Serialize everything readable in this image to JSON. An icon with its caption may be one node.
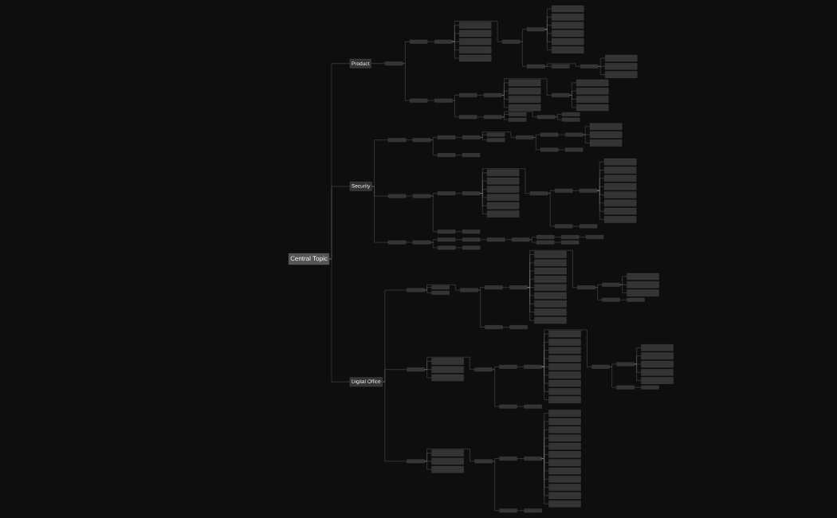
{
  "diagram": {
    "nodes": [
      {
        "text": [
          "Central Topic"
        ]
      },
      {
        "text": [
          "Product"
        ]
      },
      {
        "text": [],
        "shape": "box"
      },
      {
        "text": [],
        "shape": "box"
      },
      {
        "text": [],
        "shape": "box"
      },
      {
        "text": [],
        "shape": "box"
      },
      {
        "text": [],
        "shape": "box"
      },
      {
        "text": [],
        "shape": "box"
      },
      {
        "text": [],
        "shape": "box"
      },
      {
        "text": [],
        "shape": "box"
      },
      {
        "text": [],
        "shape": "box"
      },
      {
        "text": [],
        "shape": "box"
      },
      {
        "text": [],
        "shape": "box"
      },
      {
        "text": [],
        "shape": "box"
      },
      {
        "text": [],
        "shape": "box"
      },
      {
        "text": [],
        "shape": "box"
      },
      {
        "text": [],
        "shape": "box"
      },
      {
        "text": [],
        "shape": "box"
      },
      {
        "text": [],
        "shape": "box"
      },
      {
        "text": [],
        "shape": "box"
      },
      {
        "text": [],
        "shape": "box"
      },
      {
        "text": [],
        "shape": "box"
      },
      {
        "text": [],
        "shape": "box"
      },
      {
        "text": [],
        "shape": "box"
      },
      {
        "text": [],
        "shape": "box"
      },
      {
        "text": [],
        "shape": "box"
      },
      {
        "text": [],
        "shape": "box"
      },
      {
        "text": [],
        "shape": "box"
      },
      {
        "text": [],
        "shape": "box"
      },
      {
        "text": [],
        "shape": "box"
      },
      {
        "text": [],
        "shape": "box"
      },
      {
        "text": [],
        "shape": "box"
      },
      {
        "text": [],
        "shape": "box"
      },
      {
        "text": [],
        "shape": "box"
      },
      {
        "text": [],
        "shape": "box"
      },
      {
        "text": [],
        "shape": "box"
      },
      {
        "text": [],
        "shape": "box"
      },
      {
        "text": [],
        "shape": "box"
      },
      {
        "text": [],
        "shape": "box"
      },
      {
        "text": [],
        "shape": "box"
      },
      {
        "text": [],
        "shape": "box"
      },
      {
        "text": [],
        "shape": "box"
      },
      {
        "text": [],
        "shape": "box"
      },
      {
        "text": [],
        "shape": "box"
      },
      {
        "text": [
          "Security"
        ]
      },
      {
        "text": [],
        "shape": "box"
      },
      {
        "text": [],
        "shape": "box"
      },
      {
        "text": [],
        "shape": "box"
      },
      {
        "text": [],
        "shape": "box"
      },
      {
        "text": [],
        "shape": "box"
      },
      {
        "text": [],
        "shape": "box"
      },
      {
        "text": [],
        "shape": "box"
      },
      {
        "text": [],
        "shape": "box"
      },
      {
        "text": [],
        "shape": "box"
      },
      {
        "text": [],
        "shape": "box"
      },
      {
        "text": [],
        "shape": "box"
      },
      {
        "text": [],
        "shape": "box"
      },
      {
        "text": [],
        "shape": "box"
      },
      {
        "text": [],
        "shape": "box"
      },
      {
        "text": [],
        "shape": "box"
      },
      {
        "text": [],
        "shape": "box"
      },
      {
        "text": [],
        "shape": "box"
      },
      {
        "text": [],
        "shape": "box"
      },
      {
        "text": [],
        "shape": "box"
      },
      {
        "text": [],
        "shape": "box"
      },
      {
        "text": [],
        "shape": "box"
      },
      {
        "text": [],
        "shape": "box"
      },
      {
        "text": [],
        "shape": "box"
      },
      {
        "text": [],
        "shape": "box"
      },
      {
        "text": [],
        "shape": "box"
      },
      {
        "text": [],
        "shape": "box"
      },
      {
        "text": [],
        "shape": "box"
      },
      {
        "text": [],
        "shape": "box"
      },
      {
        "text": [],
        "shape": "box"
      },
      {
        "text": [],
        "shape": "box"
      },
      {
        "text": [],
        "shape": "box"
      },
      {
        "text": [],
        "shape": "box"
      },
      {
        "text": [],
        "shape": "box"
      },
      {
        "text": [],
        "shape": "box"
      },
      {
        "text": [],
        "shape": "box"
      },
      {
        "text": [],
        "shape": "box"
      },
      {
        "text": [],
        "shape": "box"
      },
      {
        "text": [],
        "shape": "box"
      },
      {
        "text": [],
        "shape": "box"
      },
      {
        "text": [],
        "shape": "box"
      },
      {
        "text": [],
        "shape": "box"
      },
      {
        "text": [],
        "shape": "box"
      },
      {
        "text": [],
        "shape": "box"
      },
      {
        "text": [],
        "shape": "box"
      },
      {
        "text": [],
        "shape": "box"
      },
      {
        "text": [],
        "shape": "box"
      },
      {
        "text": [],
        "shape": "box"
      },
      {
        "text": [],
        "shape": "box"
      },
      {
        "text": [],
        "shape": "box"
      },
      {
        "text": [],
        "shape": "box"
      },
      {
        "text": [],
        "shape": "box"
      },
      {
        "text": [],
        "shape": "box"
      },
      {
        "text": [],
        "shape": "box"
      },
      {
        "text": [],
        "shape": "box"
      },
      {
        "text": [
          "Digital Office"
        ]
      },
      {
        "text": [],
        "shape": "box"
      },
      {
        "text": [],
        "shape": "box"
      },
      {
        "text": [],
        "shape": "box"
      },
      {
        "text": [],
        "shape": "box"
      },
      {
        "text": [],
        "shape": "box"
      },
      {
        "text": [],
        "shape": "box"
      },
      {
        "text": [],
        "shape": "box"
      },
      {
        "text": [],
        "shape": "box"
      },
      {
        "text": [],
        "shape": "box"
      },
      {
        "text": [],
        "shape": "box"
      },
      {
        "text": [],
        "shape": "box"
      },
      {
        "text": [],
        "shape": "box"
      },
      {
        "text": [],
        "shape": "box"
      },
      {
        "text": [],
        "shape": "box"
      },
      {
        "text": [],
        "shape": "box"
      },
      {
        "text": [],
        "shape": "box"
      },
      {
        "text": [],
        "shape": "box"
      },
      {
        "text": [],
        "shape": "box"
      },
      {
        "text": [],
        "shape": "box"
      },
      {
        "text": [],
        "shape": "box"
      },
      {
        "text": [],
        "shape": "box"
      },
      {
        "text": [],
        "shape": "box"
      },
      {
        "text": [],
        "shape": "box"
      },
      {
        "text": [],
        "shape": "box"
      },
      {
        "text": [],
        "shape": "box"
      },
      {
        "text": [],
        "shape": "box"
      },
      {
        "text": [],
        "shape": "box"
      },
      {
        "text": [],
        "shape": "box"
      },
      {
        "text": [],
        "shape": "box"
      },
      {
        "text": [],
        "shape": "box"
      },
      {
        "text": [],
        "shape": "box"
      },
      {
        "text": [],
        "shape": "box"
      },
      {
        "text": [],
        "shape": "box"
      },
      {
        "text": [],
        "shape": "box"
      },
      {
        "text": [],
        "shape": "box"
      },
      {
        "text": [],
        "shape": "box"
      },
      {
        "text": [],
        "shape": "box"
      },
      {
        "text": [],
        "shape": "box"
      },
      {
        "text": [],
        "shape": "box"
      },
      {
        "text": [],
        "shape": "box"
      },
      {
        "text": [],
        "shape": "box"
      },
      {
        "text": [],
        "shape": "box"
      },
      {
        "text": [],
        "shape": "box"
      },
      {
        "text": [],
        "shape": "box"
      },
      {
        "text": [],
        "shape": "box"
      },
      {
        "text": [],
        "shape": "box"
      },
      {
        "text": [],
        "shape": "box"
      },
      {
        "text": [],
        "shape": "box"
      },
      {
        "text": [],
        "shape": "box"
      },
      {
        "text": [],
        "shape": "box"
      },
      {
        "text": [],
        "shape": "box"
      },
      {
        "text": [],
        "shape": "box"
      },
      {
        "text": [],
        "shape": "box"
      },
      {
        "text": [],
        "shape": "box"
      },
      {
        "text": [],
        "shape": "box"
      },
      {
        "text": [],
        "shape": "box"
      },
      {
        "text": [],
        "shape": "box"
      },
      {
        "text": [],
        "shape": "box"
      },
      {
        "text": [],
        "shape": "box"
      },
      {
        "text": [],
        "shape": "box"
      },
      {
        "text": [],
        "shape": "box"
      },
      {
        "text": [],
        "shape": "box"
      },
      {
        "text": [],
        "shape": "box"
      },
      {
        "text": [],
        "shape": "box"
      },
      {
        "text": [],
        "shape": "box"
      },
      {
        "text": [],
        "shape": "box"
      },
      {
        "text": [],
        "shape": "box"
      },
      {
        "text": [],
        "shape": "box"
      },
      {
        "text": [],
        "shape": "box"
      },
      {
        "text": [],
        "shape": "box"
      },
      {
        "text": [],
        "shape": "box"
      },
      {
        "text": [],
        "shape": "box"
      }
    ],
    "edges": [
      {
        "from": 0,
        "to": 1,
        "arrow": "none"
      },
      {
        "from": 1,
        "to": 2,
        "arrow": "none"
      },
      {
        "from": 2,
        "to": 3,
        "arrow": "none"
      },
      {
        "from": 3,
        "to": 4,
        "arrow": "none"
      },
      {
        "from": 4,
        "to": 5,
        "arrow": "none"
      },
      {
        "from": 4,
        "to": 6,
        "arrow": "none"
      },
      {
        "from": 4,
        "to": 7,
        "arrow": "none"
      },
      {
        "from": 4,
        "to": 8,
        "arrow": "none"
      },
      {
        "from": 4,
        "to": 9,
        "arrow": "none"
      },
      {
        "from": 4,
        "to": 10,
        "arrow": "none"
      },
      {
        "from": 10,
        "to": 11,
        "arrow": "none"
      },
      {
        "from": 11,
        "to": 12,
        "arrow": "none"
      },
      {
        "from": 11,
        "to": 13,
        "arrow": "none"
      },
      {
        "from": 11,
        "to": 14,
        "arrow": "none"
      },
      {
        "from": 11,
        "to": 15,
        "arrow": "none"
      },
      {
        "from": 11,
        "to": 16,
        "arrow": "none"
      },
      {
        "from": 11,
        "to": 17,
        "arrow": "none"
      },
      {
        "from": 10,
        "to": 18,
        "arrow": "none"
      },
      {
        "from": 18,
        "to": 19,
        "arrow": "none"
      },
      {
        "from": 19,
        "to": 20,
        "arrow": "none"
      },
      {
        "from": 19,
        "to": 21,
        "arrow": "none"
      },
      {
        "from": 19,
        "to": 22,
        "arrow": "none"
      },
      {
        "from": 18,
        "to": 23,
        "arrow": "none"
      },
      {
        "from": 2,
        "to": 24,
        "arrow": "none"
      },
      {
        "from": 24,
        "to": 25,
        "arrow": "none"
      },
      {
        "from": 25,
        "to": 26,
        "arrow": "none"
      },
      {
        "from": 26,
        "to": 27,
        "arrow": "none"
      },
      {
        "from": 27,
        "to": 28,
        "arrow": "none"
      },
      {
        "from": 27,
        "to": 29,
        "arrow": "none"
      },
      {
        "from": 27,
        "to": 30,
        "arrow": "none"
      },
      {
        "from": 27,
        "to": 31,
        "arrow": "none"
      },
      {
        "from": 27,
        "to": 32,
        "arrow": "none"
      },
      {
        "from": 32,
        "to": 33,
        "arrow": "none"
      },
      {
        "from": 32,
        "to": 34,
        "arrow": "none"
      },
      {
        "from": 32,
        "to": 35,
        "arrow": "none"
      },
      {
        "from": 32,
        "to": 36,
        "arrow": "none"
      },
      {
        "from": 25,
        "to": 37,
        "arrow": "none"
      },
      {
        "from": 37,
        "to": 38,
        "arrow": "none"
      },
      {
        "from": 38,
        "to": 39,
        "arrow": "none"
      },
      {
        "from": 38,
        "to": 40,
        "arrow": "none"
      },
      {
        "from": 38,
        "to": 41,
        "arrow": "none"
      },
      {
        "from": 41,
        "to": 42,
        "arrow": "none"
      },
      {
        "from": 41,
        "to": 43,
        "arrow": "none"
      },
      {
        "from": 0,
        "to": 44,
        "arrow": "none"
      },
      {
        "from": 44,
        "to": 45,
        "arrow": "none"
      },
      {
        "from": 45,
        "to": 46,
        "arrow": "none"
      },
      {
        "from": 46,
        "to": 47,
        "arrow": "none"
      },
      {
        "from": 47,
        "to": 48,
        "arrow": "none"
      },
      {
        "from": 48,
        "to": 49,
        "arrow": "none"
      },
      {
        "from": 48,
        "to": 50,
        "arrow": "none"
      },
      {
        "from": 48,
        "to": 51,
        "arrow": "none"
      },
      {
        "from": 51,
        "to": 52,
        "arrow": "none"
      },
      {
        "from": 52,
        "to": 53,
        "arrow": "none"
      },
      {
        "from": 53,
        "to": 54,
        "arrow": "none"
      },
      {
        "from": 53,
        "to": 55,
        "arrow": "none"
      },
      {
        "from": 53,
        "to": 56,
        "arrow": "none"
      },
      {
        "from": 51,
        "to": 57,
        "arrow": "none"
      },
      {
        "from": 57,
        "to": 58,
        "arrow": "none"
      },
      {
        "from": 46,
        "to": 59,
        "arrow": "none"
      },
      {
        "from": 59,
        "to": 60,
        "arrow": "none"
      },
      {
        "from": 44,
        "to": 61,
        "arrow": "none"
      },
      {
        "from": 61,
        "to": 62,
        "arrow": "none"
      },
      {
        "from": 62,
        "to": 63,
        "arrow": "none"
      },
      {
        "from": 63,
        "to": 64,
        "arrow": "none"
      },
      {
        "from": 64,
        "to": 65,
        "arrow": "none"
      },
      {
        "from": 64,
        "to": 66,
        "arrow": "none"
      },
      {
        "from": 64,
        "to": 67,
        "arrow": "none"
      },
      {
        "from": 64,
        "to": 68,
        "arrow": "none"
      },
      {
        "from": 64,
        "to": 69,
        "arrow": "none"
      },
      {
        "from": 64,
        "to": 70,
        "arrow": "none"
      },
      {
        "from": 64,
        "to": 71,
        "arrow": "none"
      },
      {
        "from": 71,
        "to": 72,
        "arrow": "none"
      },
      {
        "from": 72,
        "to": 73,
        "arrow": "none"
      },
      {
        "from": 73,
        "to": 74,
        "arrow": "none"
      },
      {
        "from": 73,
        "to": 75,
        "arrow": "none"
      },
      {
        "from": 73,
        "to": 76,
        "arrow": "none"
      },
      {
        "from": 73,
        "to": 77,
        "arrow": "none"
      },
      {
        "from": 73,
        "to": 78,
        "arrow": "none"
      },
      {
        "from": 73,
        "to": 79,
        "arrow": "none"
      },
      {
        "from": 73,
        "to": 80,
        "arrow": "none"
      },
      {
        "from": 73,
        "to": 81,
        "arrow": "none"
      },
      {
        "from": 71,
        "to": 82,
        "arrow": "none"
      },
      {
        "from": 82,
        "to": 83,
        "arrow": "none"
      },
      {
        "from": 62,
        "to": 84,
        "arrow": "none"
      },
      {
        "from": 84,
        "to": 85,
        "arrow": "none"
      },
      {
        "from": 44,
        "to": 86,
        "arrow": "none"
      },
      {
        "from": 86,
        "to": 87,
        "arrow": "none"
      },
      {
        "from": 87,
        "to": 88,
        "arrow": "none"
      },
      {
        "from": 88,
        "to": 89,
        "arrow": "none"
      },
      {
        "from": 89,
        "to": 90,
        "arrow": "none"
      },
      {
        "from": 90,
        "to": 91,
        "arrow": "none"
      },
      {
        "from": 91,
        "to": 92,
        "arrow": "none"
      },
      {
        "from": 92,
        "to": 93,
        "arrow": "none"
      },
      {
        "from": 93,
        "to": 94,
        "arrow": "none"
      },
      {
        "from": 91,
        "to": 95,
        "arrow": "none"
      },
      {
        "from": 95,
        "to": 96,
        "arrow": "none"
      },
      {
        "from": 87,
        "to": 97,
        "arrow": "none"
      },
      {
        "from": 97,
        "to": 98,
        "arrow": "none"
      },
      {
        "from": 0,
        "to": 99,
        "arrow": "none"
      },
      {
        "from": 99,
        "to": 100,
        "arrow": "none"
      },
      {
        "from": 100,
        "to": 101,
        "arrow": "none"
      },
      {
        "from": 100,
        "to": 102,
        "arrow": "none"
      },
      {
        "from": 100,
        "to": 103,
        "arrow": "none"
      },
      {
        "from": 103,
        "to": 104,
        "arrow": "none"
      },
      {
        "from": 104,
        "to": 105,
        "arrow": "none"
      },
      {
        "from": 105,
        "to": 106,
        "arrow": "none"
      },
      {
        "from": 105,
        "to": 107,
        "arrow": "none"
      },
      {
        "from": 105,
        "to": 108,
        "arrow": "none"
      },
      {
        "from": 105,
        "to": 109,
        "arrow": "none"
      },
      {
        "from": 105,
        "to": 110,
        "arrow": "none"
      },
      {
        "from": 105,
        "to": 111,
        "arrow": "none"
      },
      {
        "from": 105,
        "to": 112,
        "arrow": "none"
      },
      {
        "from": 105,
        "to": 113,
        "arrow": "none"
      },
      {
        "from": 105,
        "to": 114,
        "arrow": "none"
      },
      {
        "from": 105,
        "to": 115,
        "arrow": "none"
      },
      {
        "from": 115,
        "to": 116,
        "arrow": "none"
      },
      {
        "from": 116,
        "to": 117,
        "arrow": "none"
      },
      {
        "from": 116,
        "to": 118,
        "arrow": "none"
      },
      {
        "from": 116,
        "to": 119,
        "arrow": "none"
      },
      {
        "from": 115,
        "to": 120,
        "arrow": "none"
      },
      {
        "from": 120,
        "to": 121,
        "arrow": "none"
      },
      {
        "from": 103,
        "to": 122,
        "arrow": "none"
      },
      {
        "from": 122,
        "to": 123,
        "arrow": "none"
      },
      {
        "from": 99,
        "to": 124,
        "arrow": "none"
      },
      {
        "from": 124,
        "to": 125,
        "arrow": "none"
      },
      {
        "from": 124,
        "to": 126,
        "arrow": "none"
      },
      {
        "from": 124,
        "to": 127,
        "arrow": "none"
      },
      {
        "from": 124,
        "to": 128,
        "arrow": "none"
      },
      {
        "from": 128,
        "to": 129,
        "arrow": "none"
      },
      {
        "from": 129,
        "to": 130,
        "arrow": "none"
      },
      {
        "from": 130,
        "to": 131,
        "arrow": "none"
      },
      {
        "from": 130,
        "to": 132,
        "arrow": "none"
      },
      {
        "from": 130,
        "to": 133,
        "arrow": "none"
      },
      {
        "from": 130,
        "to": 134,
        "arrow": "none"
      },
      {
        "from": 130,
        "to": 135,
        "arrow": "none"
      },
      {
        "from": 130,
        "to": 136,
        "arrow": "none"
      },
      {
        "from": 130,
        "to": 137,
        "arrow": "none"
      },
      {
        "from": 130,
        "to": 138,
        "arrow": "none"
      },
      {
        "from": 130,
        "to": 139,
        "arrow": "none"
      },
      {
        "from": 130,
        "to": 140,
        "arrow": "none"
      },
      {
        "from": 140,
        "to": 141,
        "arrow": "none"
      },
      {
        "from": 141,
        "to": 142,
        "arrow": "none"
      },
      {
        "from": 141,
        "to": 143,
        "arrow": "none"
      },
      {
        "from": 141,
        "to": 144,
        "arrow": "none"
      },
      {
        "from": 141,
        "to": 145,
        "arrow": "none"
      },
      {
        "from": 141,
        "to": 146,
        "arrow": "none"
      },
      {
        "from": 140,
        "to": 147,
        "arrow": "none"
      },
      {
        "from": 147,
        "to": 148,
        "arrow": "none"
      },
      {
        "from": 128,
        "to": 149,
        "arrow": "none"
      },
      {
        "from": 149,
        "to": 150,
        "arrow": "none"
      },
      {
        "from": 99,
        "to": 151,
        "arrow": "none"
      },
      {
        "from": 151,
        "to": 152,
        "arrow": "none"
      },
      {
        "from": 151,
        "to": 153,
        "arrow": "none"
      },
      {
        "from": 151,
        "to": 154,
        "arrow": "none"
      },
      {
        "from": 151,
        "to": 155,
        "arrow": "none"
      },
      {
        "from": 155,
        "to": 156,
        "arrow": "none"
      },
      {
        "from": 156,
        "to": 157,
        "arrow": "none"
      },
      {
        "from": 157,
        "to": 158,
        "arrow": "none"
      },
      {
        "from": 157,
        "to": 159,
        "arrow": "none"
      },
      {
        "from": 157,
        "to": 160,
        "arrow": "none"
      },
      {
        "from": 157,
        "to": 161,
        "arrow": "none"
      },
      {
        "from": 157,
        "to": 162,
        "arrow": "none"
      },
      {
        "from": 157,
        "to": 163,
        "arrow": "none"
      },
      {
        "from": 157,
        "to": 164,
        "arrow": "none"
      },
      {
        "from": 157,
        "to": 165,
        "arrow": "none"
      },
      {
        "from": 157,
        "to": 166,
        "arrow": "none"
      },
      {
        "from": 157,
        "to": 167,
        "arrow": "none"
      },
      {
        "from": 157,
        "to": 168,
        "arrow": "none"
      },
      {
        "from": 157,
        "to": 169,
        "arrow": "none"
      },
      {
        "from": 155,
        "to": 170,
        "arrow": "none"
      },
      {
        "from": 170,
        "to": 171,
        "arrow": "none"
      }
    ]
  }
}
